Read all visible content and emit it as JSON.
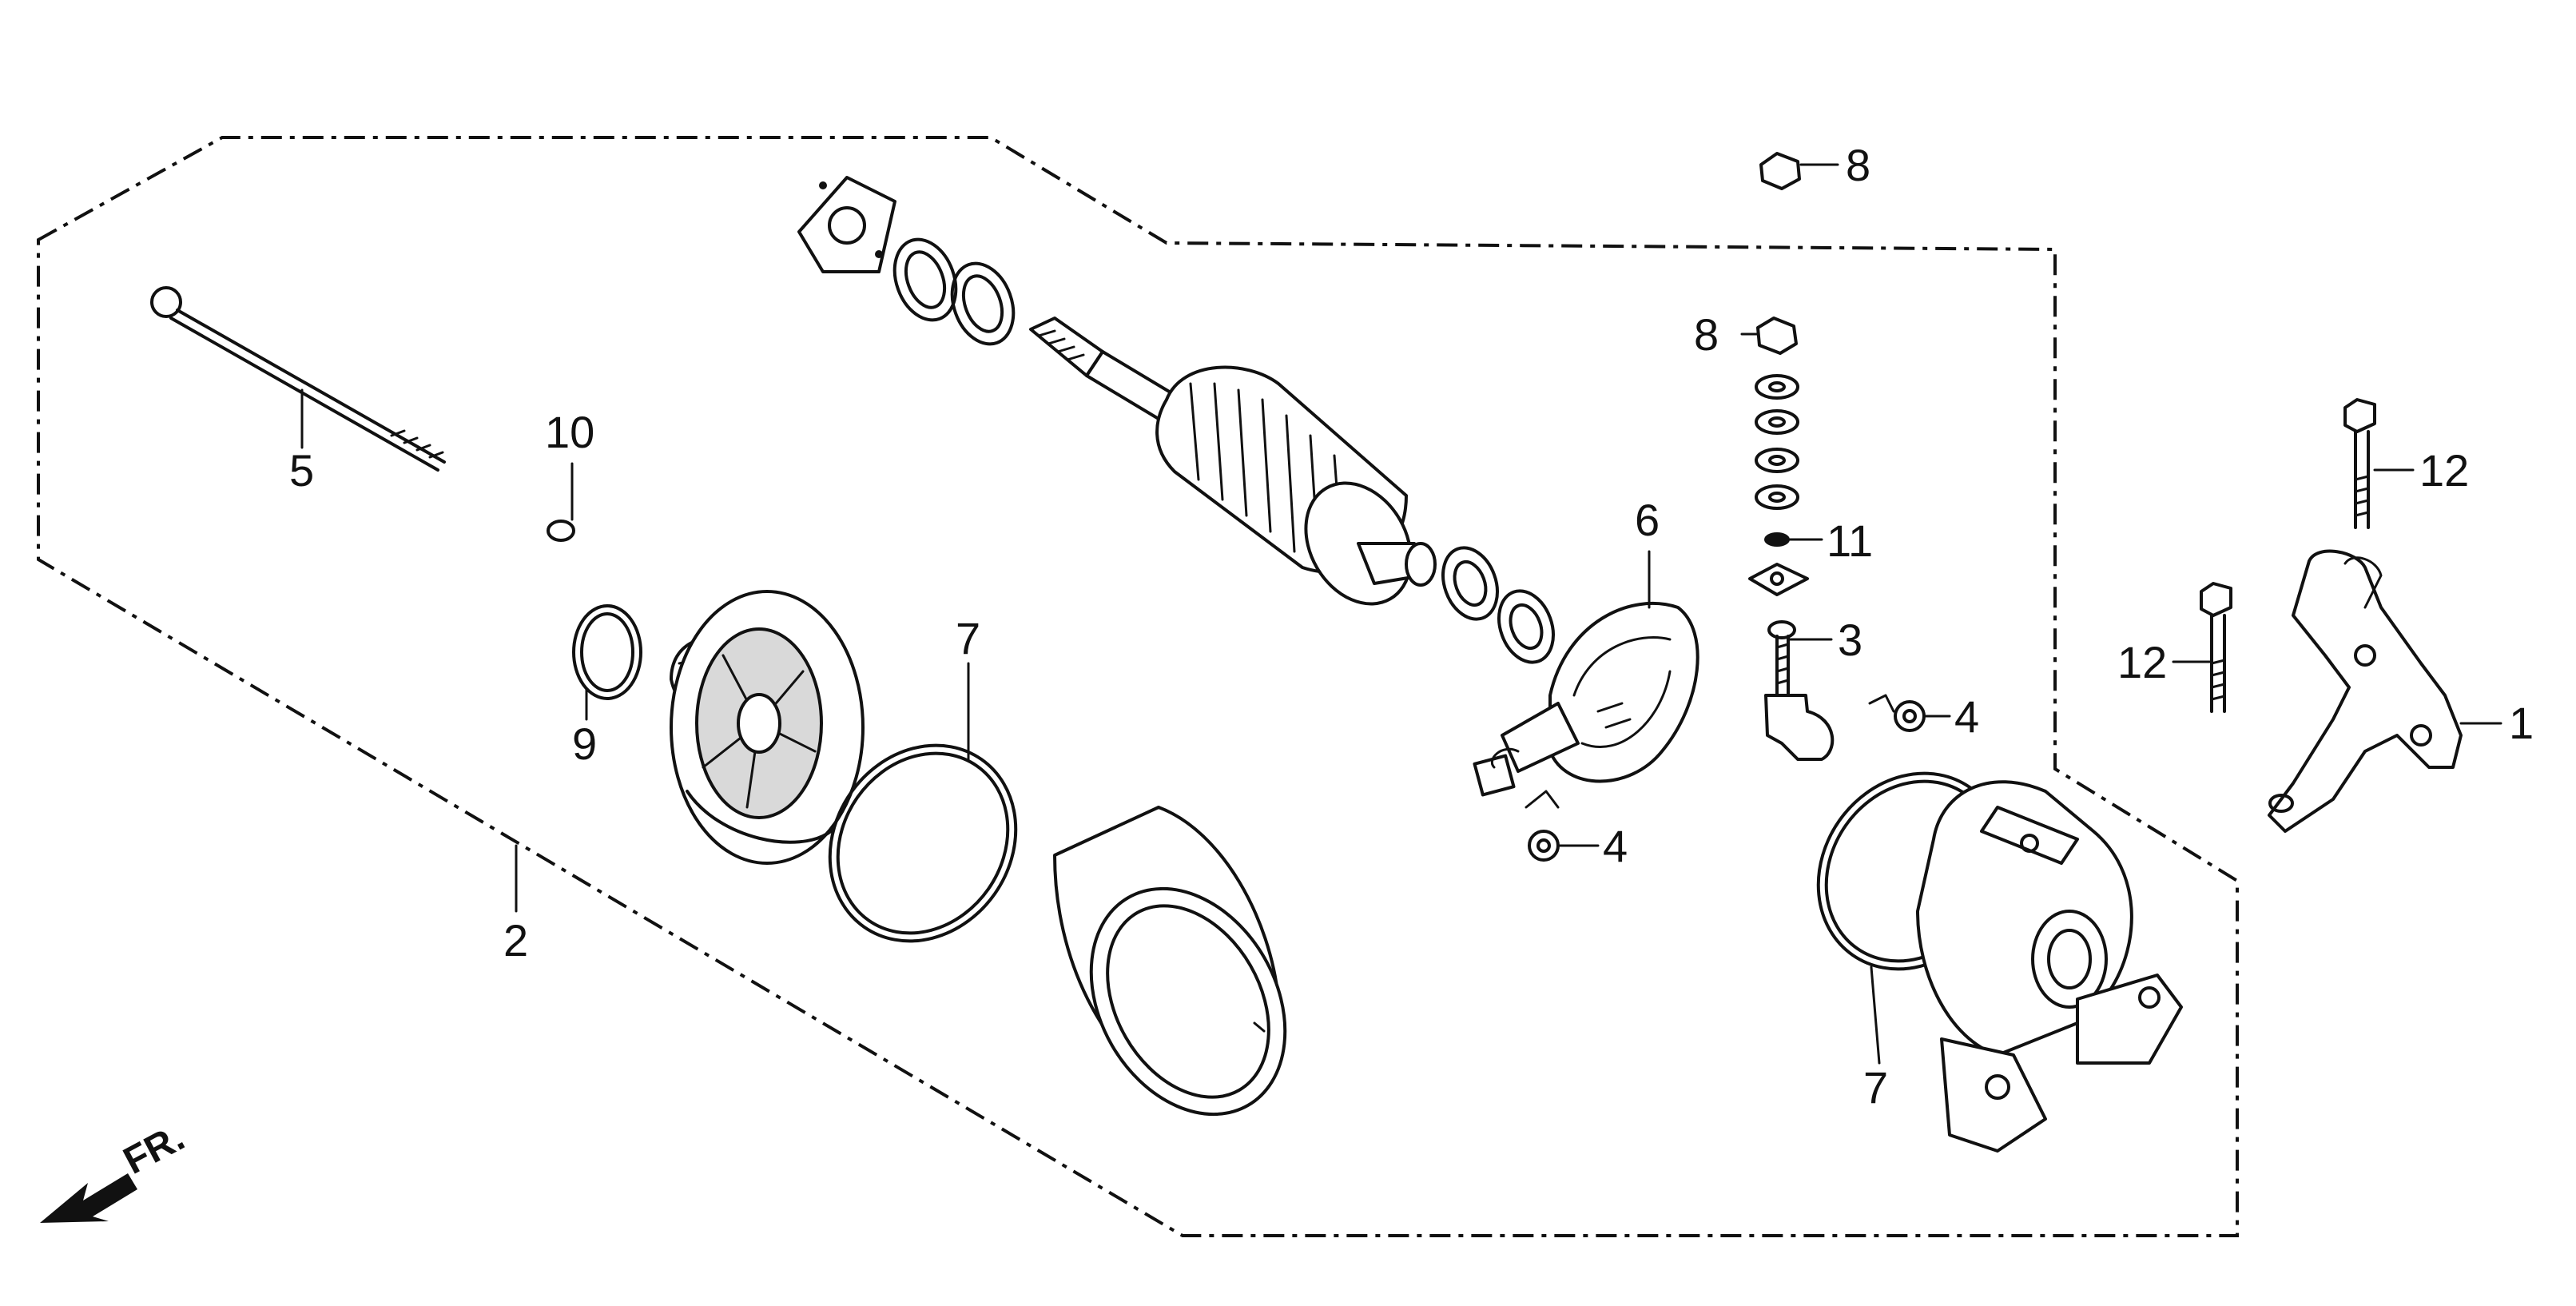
{
  "callouts": {
    "c1": "1",
    "c2": "2",
    "c3": "3",
    "c4a": "4",
    "c4b": "4",
    "c5": "5",
    "c6": "6",
    "c7a": "7",
    "c7b": "7",
    "c8a": "8",
    "c8b": "8",
    "c9": "9",
    "c10": "10",
    "c11": "11",
    "c12a": "12",
    "c12b": "12"
  },
  "front_indicator": "FR."
}
